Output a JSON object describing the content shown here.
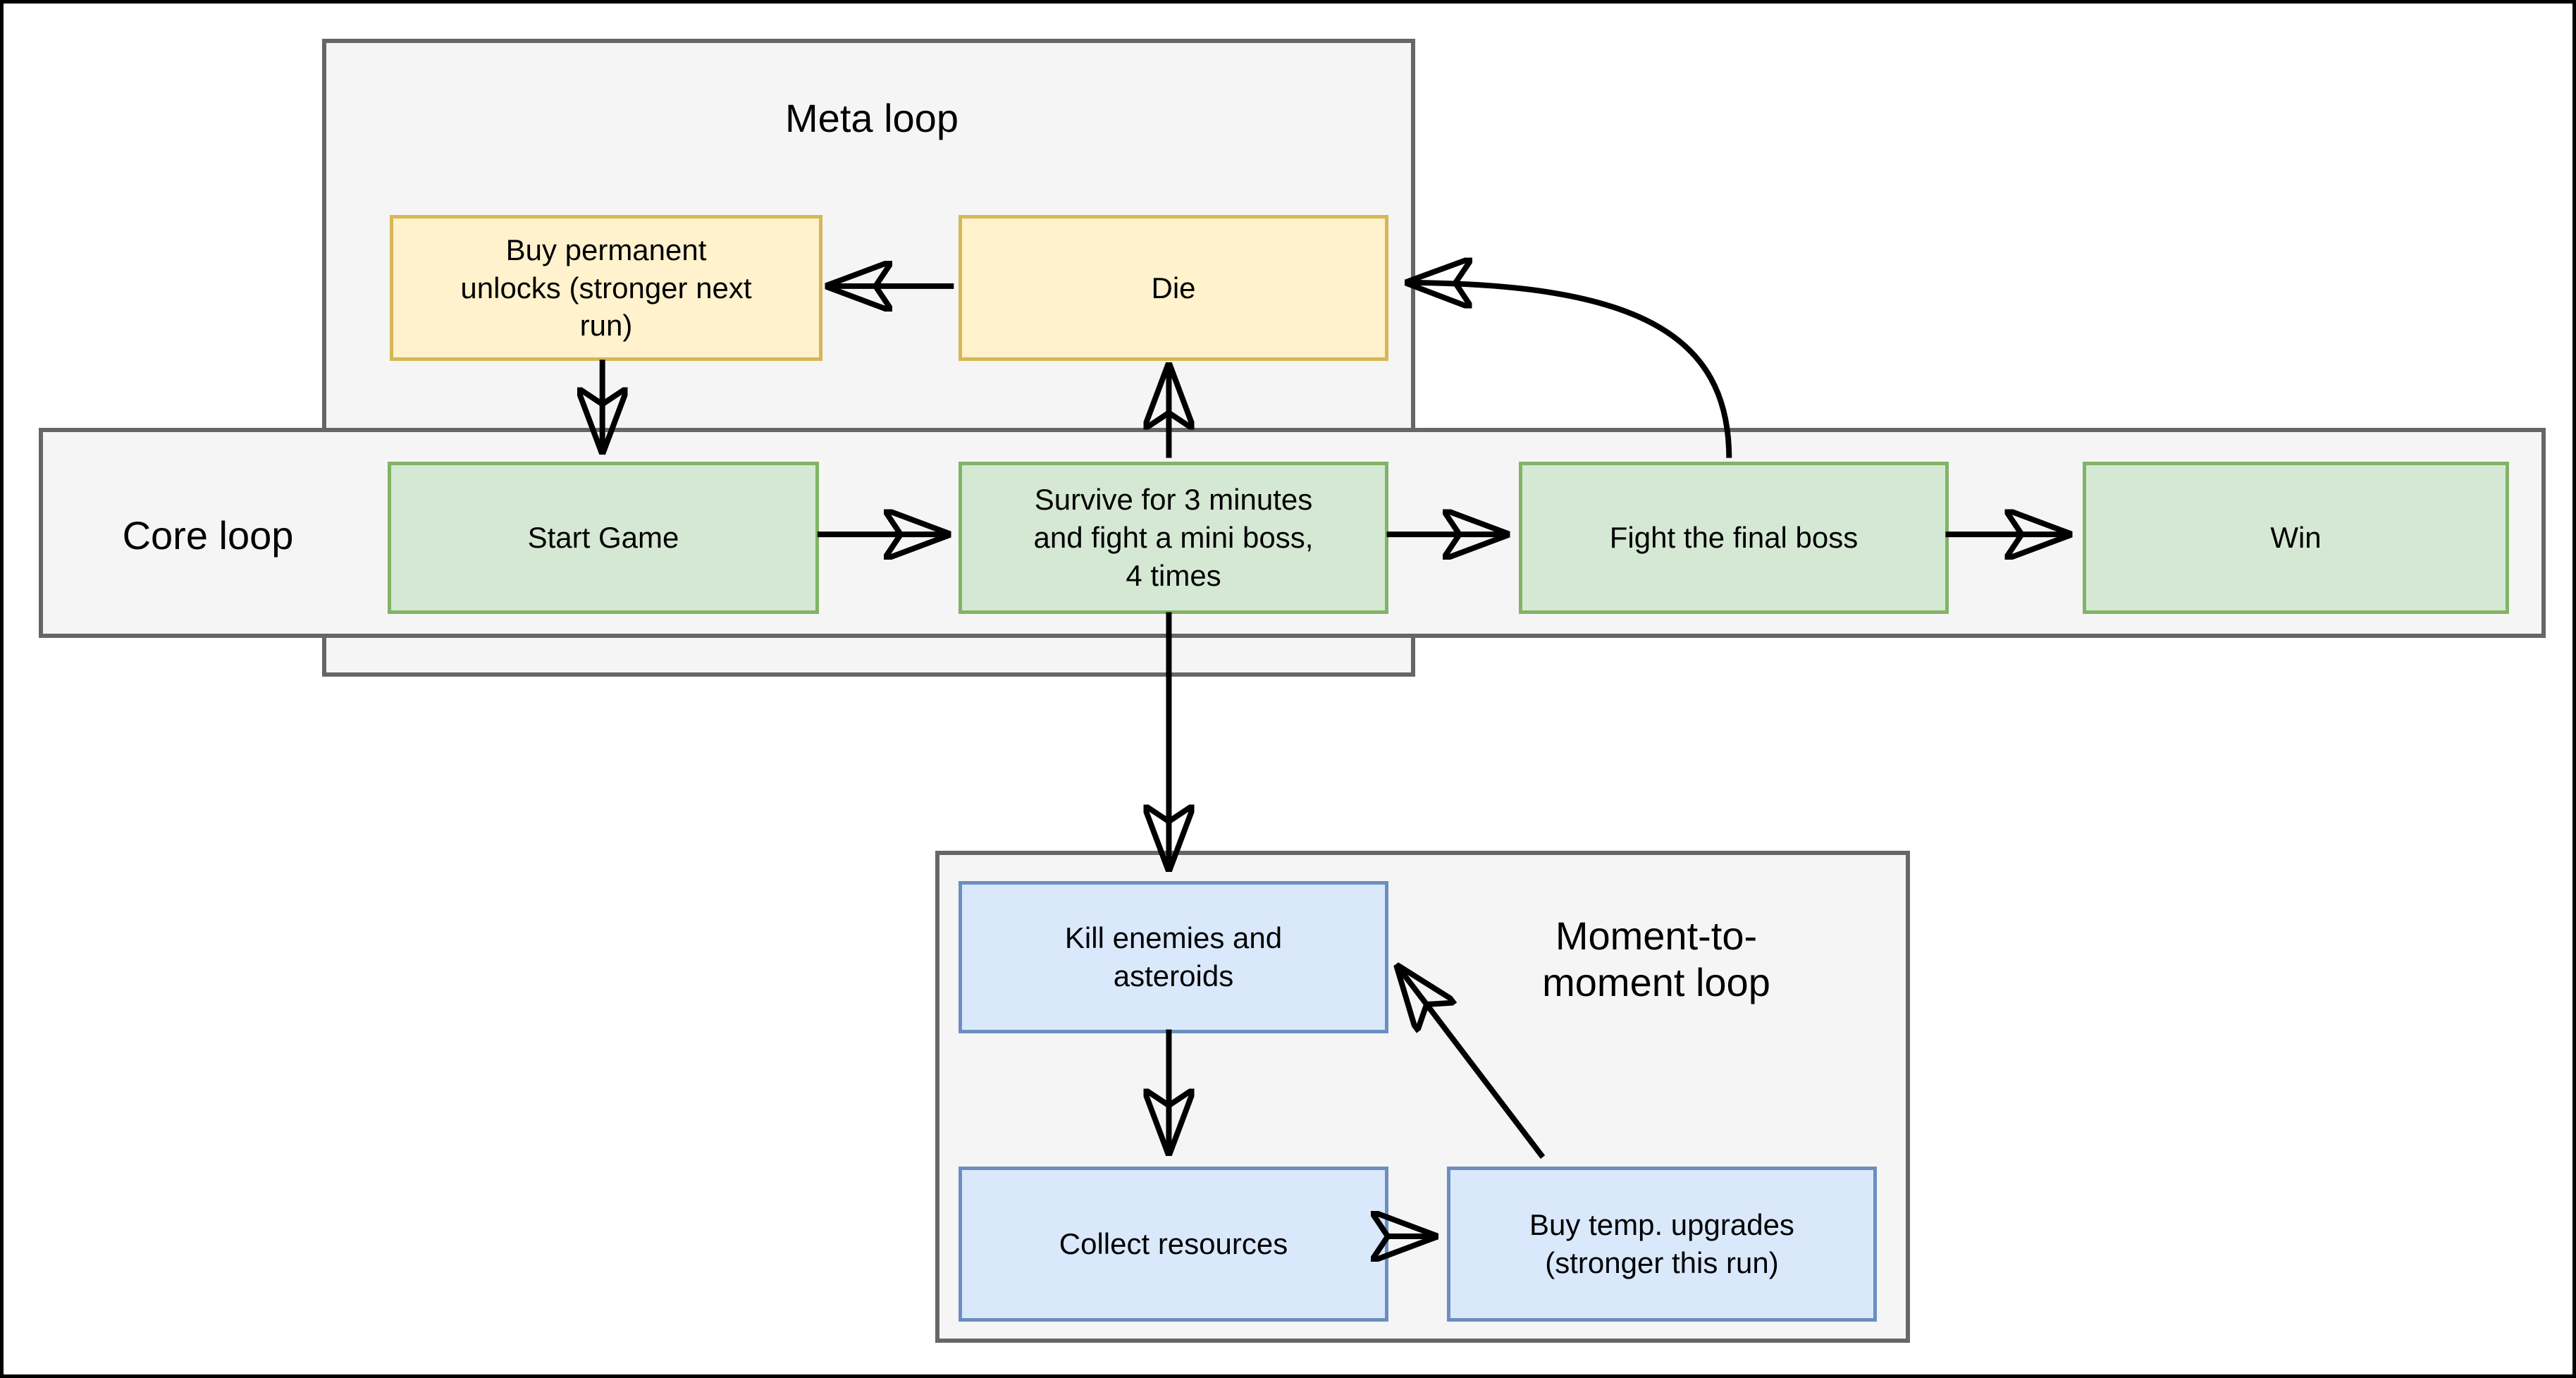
{
  "diagram": {
    "title": "Game loops diagram",
    "background": "#ffffff",
    "border_color": "#000000"
  },
  "containers": [
    {
      "id": "meta-loop",
      "label": "Meta loop",
      "fill": "#f5f5f5",
      "stroke": "#666666"
    },
    {
      "id": "core-loop",
      "label": "Core loop",
      "fill": "#f5f5f5",
      "stroke": "#666666"
    },
    {
      "id": "moment-loop",
      "label": "Moment-to-\nmoment loop",
      "fill": "#f5f5f5",
      "stroke": "#666666"
    }
  ],
  "nodes": {
    "buy_permanent_unlocks": {
      "label": "Buy permanent\nunlocks (stronger next\nrun)",
      "fill": "#fff2cc",
      "stroke": "#d6b656"
    },
    "die": {
      "label": "Die",
      "fill": "#fff2cc",
      "stroke": "#d6b656"
    },
    "start_game": {
      "label": "Start Game",
      "fill": "#d5e8d4",
      "stroke": "#82b366"
    },
    "survive": {
      "label": "Survive for 3 minutes\nand fight a mini boss,\n4 times",
      "fill": "#d5e8d4",
      "stroke": "#82b366"
    },
    "fight_final_boss": {
      "label": "Fight the final boss",
      "fill": "#d5e8d4",
      "stroke": "#82b366"
    },
    "win": {
      "label": "Win",
      "fill": "#d5e8d4",
      "stroke": "#82b366"
    },
    "kill_enemies": {
      "label": "Kill enemies and\nasteroids",
      "fill": "#dae8fc",
      "stroke": "#6c8ebf"
    },
    "collect_resources": {
      "label": "Collect resources",
      "fill": "#dae8fc",
      "stroke": "#6c8ebf"
    },
    "buy_temp_upgrades": {
      "label": "Buy temp. upgrades\n(stronger this run)",
      "fill": "#dae8fc",
      "stroke": "#6c8ebf"
    }
  },
  "edges": [
    {
      "id": "die-to-buy-permanent-unlocks",
      "from": "die",
      "to": "buy_permanent_unlocks",
      "style": "straight"
    },
    {
      "id": "buy-permanent-unlocks-to-start-game",
      "from": "buy_permanent_unlocks",
      "to": "start_game",
      "style": "straight"
    },
    {
      "id": "start-game-to-survive",
      "from": "start_game",
      "to": "survive",
      "style": "straight"
    },
    {
      "id": "survive-to-die",
      "from": "survive",
      "to": "die",
      "style": "straight"
    },
    {
      "id": "survive-to-fight-final-boss",
      "from": "survive",
      "to": "fight_final_boss",
      "style": "straight"
    },
    {
      "id": "fight-final-boss-to-win",
      "from": "fight_final_boss",
      "to": "win",
      "style": "straight"
    },
    {
      "id": "fight-final-boss-to-die",
      "from": "fight_final_boss",
      "to": "die",
      "style": "curved"
    },
    {
      "id": "survive-to-kill-enemies",
      "from": "survive",
      "to": "kill_enemies",
      "style": "straight"
    },
    {
      "id": "kill-enemies-to-collect-resources",
      "from": "kill_enemies",
      "to": "collect_resources",
      "style": "straight"
    },
    {
      "id": "collect-resources-to-buy-temp-upgrades",
      "from": "collect_resources",
      "to": "buy_temp_upgrades",
      "style": "straight"
    },
    {
      "id": "buy-temp-upgrades-to-kill-enemies",
      "from": "buy_temp_upgrades",
      "to": "kill_enemies",
      "style": "diagonal"
    }
  ]
}
